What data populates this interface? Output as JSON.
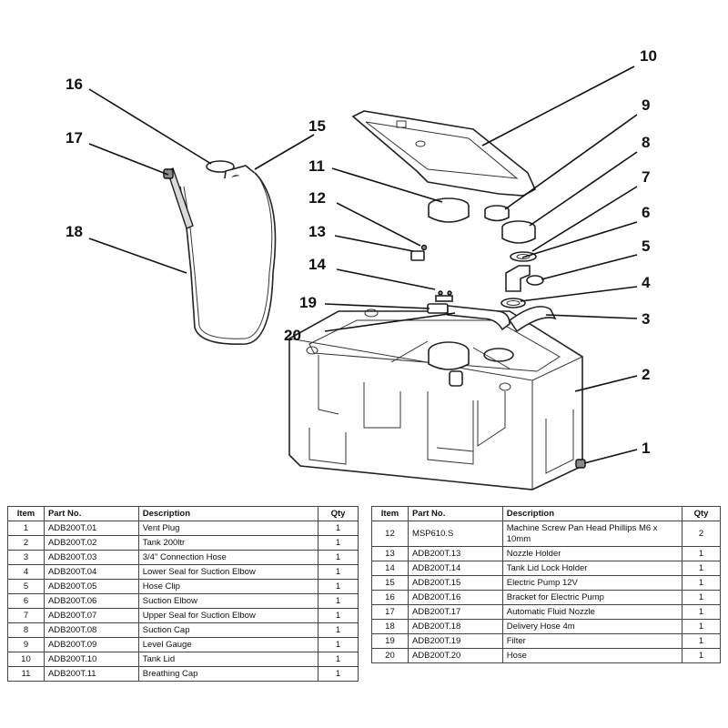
{
  "callouts": [
    "1",
    "2",
    "3",
    "4",
    "5",
    "6",
    "7",
    "8",
    "9",
    "10",
    "11",
    "12",
    "13",
    "14",
    "15",
    "16",
    "17",
    "18",
    "19",
    "20"
  ],
  "table_headers": {
    "item": "Item",
    "part_no": "Part No.",
    "description": "Description",
    "qty": "Qty"
  },
  "parts_left": [
    {
      "item": "1",
      "part_no": "ADB200T.01",
      "description": "Vent Plug",
      "qty": "1"
    },
    {
      "item": "2",
      "part_no": "ADB200T.02",
      "description": "Tank 200ltr",
      "qty": "1"
    },
    {
      "item": "3",
      "part_no": "ADB200T.03",
      "description": "3/4\" Connection Hose",
      "qty": "1"
    },
    {
      "item": "4",
      "part_no": "ADB200T.04",
      "description": "Lower Seal for Suction Elbow",
      "qty": "1"
    },
    {
      "item": "5",
      "part_no": "ADB200T.05",
      "description": "Hose Clip",
      "qty": "1"
    },
    {
      "item": "6",
      "part_no": "ADB200T.06",
      "description": "Suction Elbow",
      "qty": "1"
    },
    {
      "item": "7",
      "part_no": "ADB200T.07",
      "description": "Upper Seal for Suction Elbow",
      "qty": "1"
    },
    {
      "item": "8",
      "part_no": "ADB200T.08",
      "description": "Suction Cap",
      "qty": "1"
    },
    {
      "item": "9",
      "part_no": "ADB200T.09",
      "description": "Level Gauge",
      "qty": "1"
    },
    {
      "item": "10",
      "part_no": "ADB200T.10",
      "description": "Tank Lid",
      "qty": "1"
    },
    {
      "item": "11",
      "part_no": "ADB200T.11",
      "description": "Breathing Cap",
      "qty": "1"
    }
  ],
  "parts_right": [
    {
      "item": "12",
      "part_no": "MSP610.S",
      "description": "Machine Screw Pan Head Phillips M6 x 10mm",
      "qty": "2"
    },
    {
      "item": "13",
      "part_no": "ADB200T.13",
      "description": "Nozzle Holder",
      "qty": "1"
    },
    {
      "item": "14",
      "part_no": "ADB200T.14",
      "description": "Tank Lid Lock Holder",
      "qty": "1"
    },
    {
      "item": "15",
      "part_no": "ADB200T.15",
      "description": "Electric Pump 12V",
      "qty": "1"
    },
    {
      "item": "16",
      "part_no": "ADB200T.16",
      "description": "Bracket for Electric Pump",
      "qty": "1"
    },
    {
      "item": "17",
      "part_no": "ADB200T.17",
      "description": "Automatic Fluid Nozzle",
      "qty": "1"
    },
    {
      "item": "18",
      "part_no": "ADB200T.18",
      "description": "Delivery Hose 4m",
      "qty": "1"
    },
    {
      "item": "19",
      "part_no": "ADB200T.19",
      "description": "Filter",
      "qty": "1"
    },
    {
      "item": "20",
      "part_no": "ADB200T.20",
      "description": "Hose",
      "qty": "1"
    }
  ]
}
